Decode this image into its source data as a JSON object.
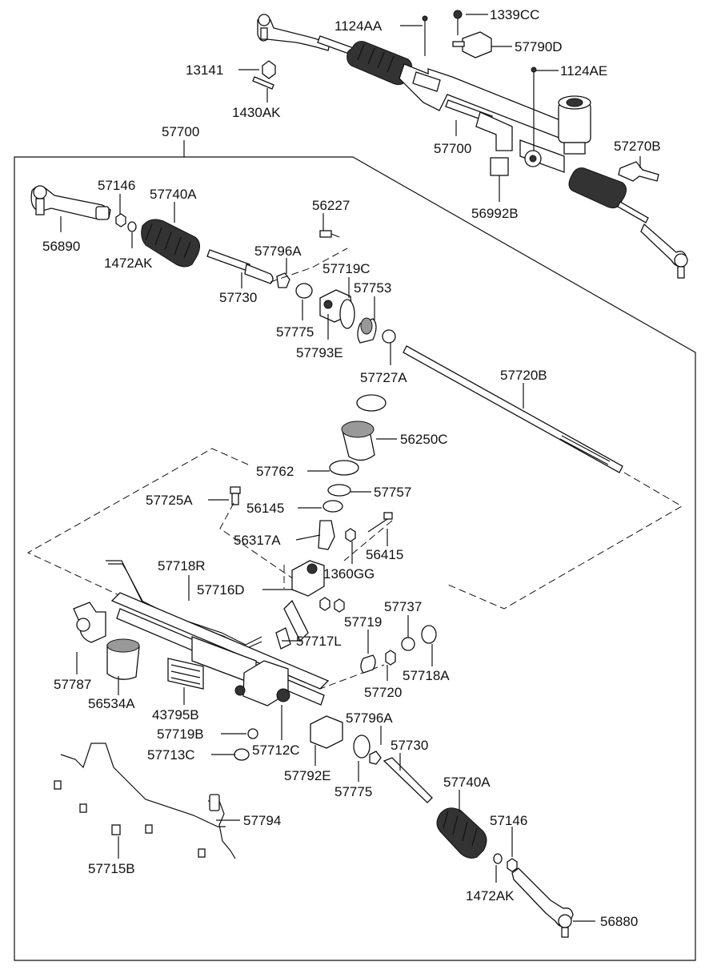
{
  "labels": {
    "p1124AA": "1124AA",
    "p1339CC": "1339CC",
    "p57790D": "57790D",
    "p13141": "13141",
    "p1124AE": "1124AE",
    "p1430AK": "1430AK",
    "p57700_top": "57700",
    "p57700_asm": "57700",
    "p57270B": "57270B",
    "p56992B": "56992B",
    "p57146_l": "57146",
    "p57740A_l": "57740A",
    "p56227": "56227",
    "p56890": "56890",
    "p1472AK_l": "1472AK",
    "p57796A_u": "57796A",
    "p57719C": "57719C",
    "p57730_u": "57730",
    "p57753": "57753",
    "p57775_u": "57775",
    "p57793E": "57793E",
    "p57727A": "57727A",
    "p57720B": "57720B",
    "p56250C": "56250C",
    "p57762": "57762",
    "p57757": "57757",
    "p57725A": "57725A",
    "p56145": "56145",
    "p56317A": "56317A",
    "p56415": "56415",
    "p1360GG": "1360GG",
    "p57718R": "57718R",
    "p57716D": "57716D",
    "p57737": "57737",
    "p57719": "57719",
    "p57717L": "57717L",
    "p57718A": "57718A",
    "p57787": "57787",
    "p57720": "57720",
    "p56534A": "56534A",
    "p43795B": "43795B",
    "p57719B": "57719B",
    "p57796A_l": "57796A",
    "p57730_l": "57730",
    "p57713C": "57713C",
    "p57712C": "57712C",
    "p57792E": "57792E",
    "p57775_l": "57775",
    "p57740A_r": "57740A",
    "p57794": "57794",
    "p57146_r": "57146",
    "p57715B": "57715B",
    "p1472AK_r": "1472AK",
    "p56880": "56880"
  }
}
